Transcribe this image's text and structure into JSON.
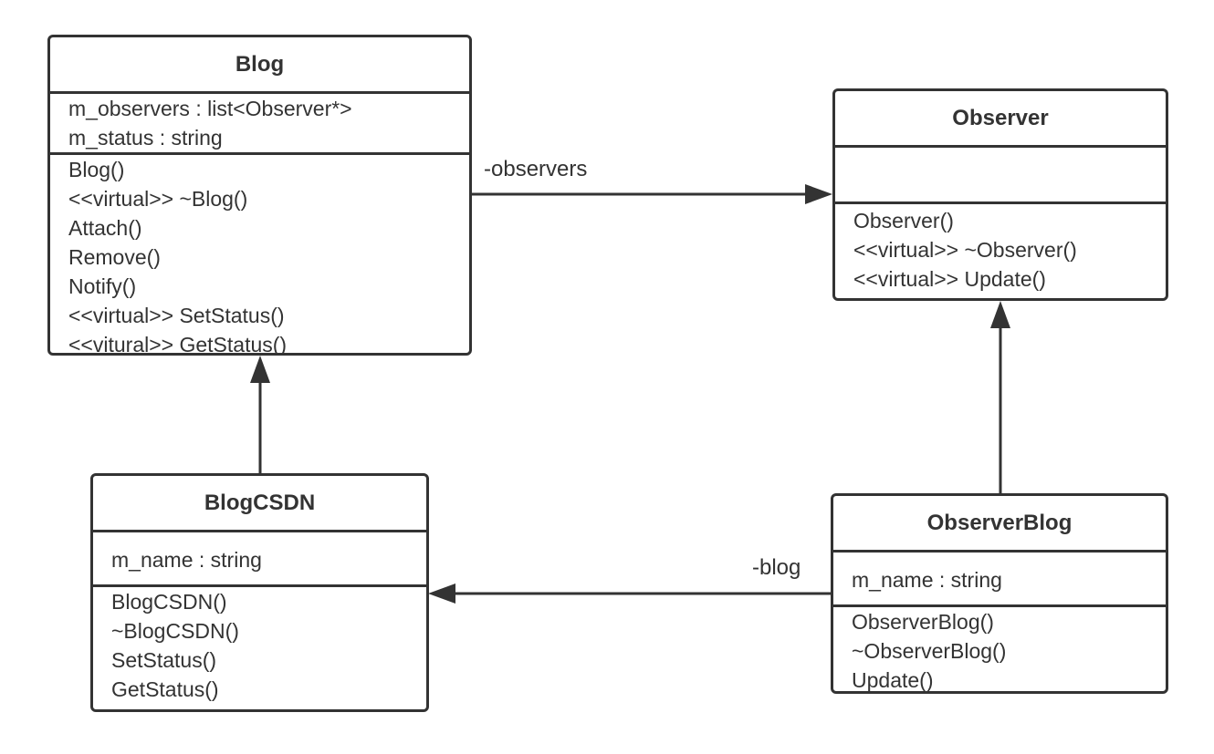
{
  "classes": {
    "blog": {
      "name": "Blog",
      "attributes": [
        "m_observers : list<Observer*>",
        "m_status : string"
      ],
      "methods": [
        "Blog()",
        "<<virtual>> ~Blog()",
        "Attach()",
        "Remove()",
        "Notify()",
        "<<virtual>> SetStatus()",
        "<<vitural>> GetStatus()"
      ]
    },
    "observer": {
      "name": "Observer",
      "attributes": [],
      "methods": [
        "Observer()",
        "<<virtual>> ~Observer()",
        "<<virtual>> Update()"
      ]
    },
    "blogcsdn": {
      "name": "BlogCSDN",
      "attributes": [
        "m_name : string"
      ],
      "methods": [
        "BlogCSDN()",
        "~BlogCSDN()",
        "SetStatus()",
        "GetStatus()"
      ]
    },
    "observerblog": {
      "name": "ObserverBlog",
      "attributes": [
        "m_name : string"
      ],
      "methods": [
        "ObserverBlog()",
        "~ObserverBlog()",
        "Update()"
      ]
    }
  },
  "associations": {
    "blog_to_observer": "-observers",
    "observerblog_to_blogcsdn": "-blog"
  },
  "colors": {
    "line": "#333333",
    "background": "#ffffff"
  }
}
